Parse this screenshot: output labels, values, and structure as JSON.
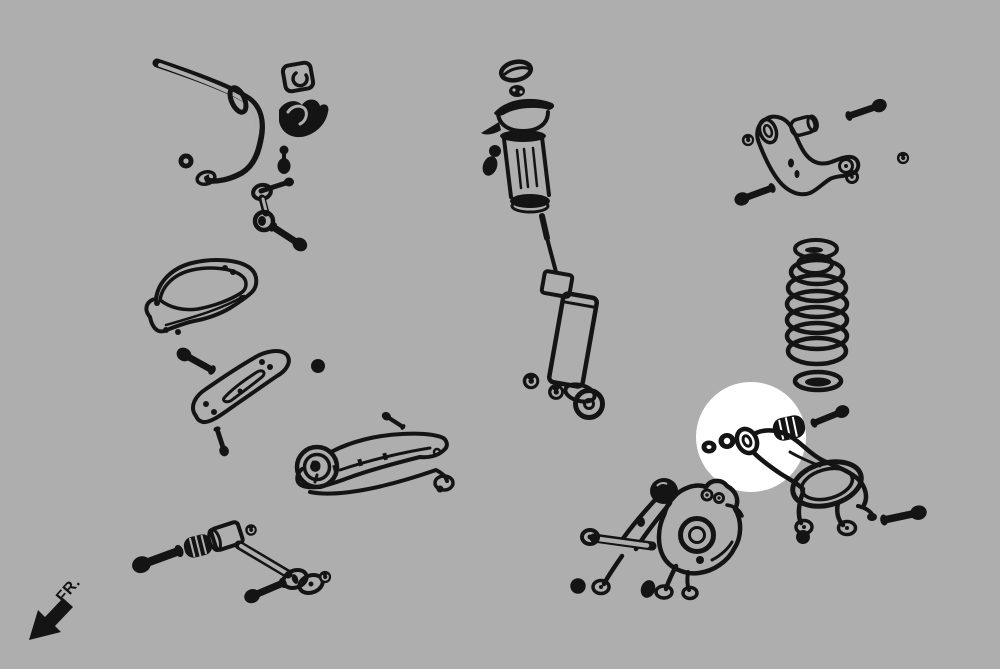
{
  "diagram": {
    "front_label": "FR.",
    "colors": {
      "background": "#aeaeae",
      "line_art": "#141414",
      "highlight_circle": "#ffffff"
    },
    "highlight": {
      "shape": "circle",
      "highlighted_part": "lower-arm-bushing-set"
    },
    "parts": [
      "stabilizer-bar",
      "stabilizer-bar-bushing",
      "stabilizer-d-bushing",
      "stabilizer-bracket",
      "stabilizer-bracket-bolt",
      "stabilizer-grommet",
      "stabilizer-end-link",
      "stabilizer-end-link-bolt",
      "arm-protector-plate",
      "protector-plate-bolt",
      "trailing-arm-bracket",
      "trailing-arm-bracket-bolt",
      "trailing-arm",
      "trailing-arm-bolt",
      "lateral-link",
      "lateral-link-serrated-bushing",
      "lateral-link-front-bolt",
      "lateral-link-rear-bolt",
      "lateral-link-cam-washers",
      "lateral-link-nuts",
      "shock-absorber-cap",
      "shock-absorber-top-nut",
      "shock-upper-mount",
      "shock-dust-boot",
      "shock-mount-bolt",
      "shock-absorber-body",
      "shock-lower-nuts",
      "upper-control-arm",
      "upper-arm-bushing",
      "upper-arm-front-bolt",
      "upper-arm-rear-bolt",
      "upper-arm-nuts",
      "coil-spring",
      "spring-upper-seat",
      "spring-lower-seat",
      "highlighted-bushing-set",
      "lower-control-arm",
      "lower-arm-outer-bolt",
      "lower-arm-rear-bolt",
      "rear-knuckle",
      "knuckle-bushing",
      "front-direction-arrow"
    ]
  }
}
